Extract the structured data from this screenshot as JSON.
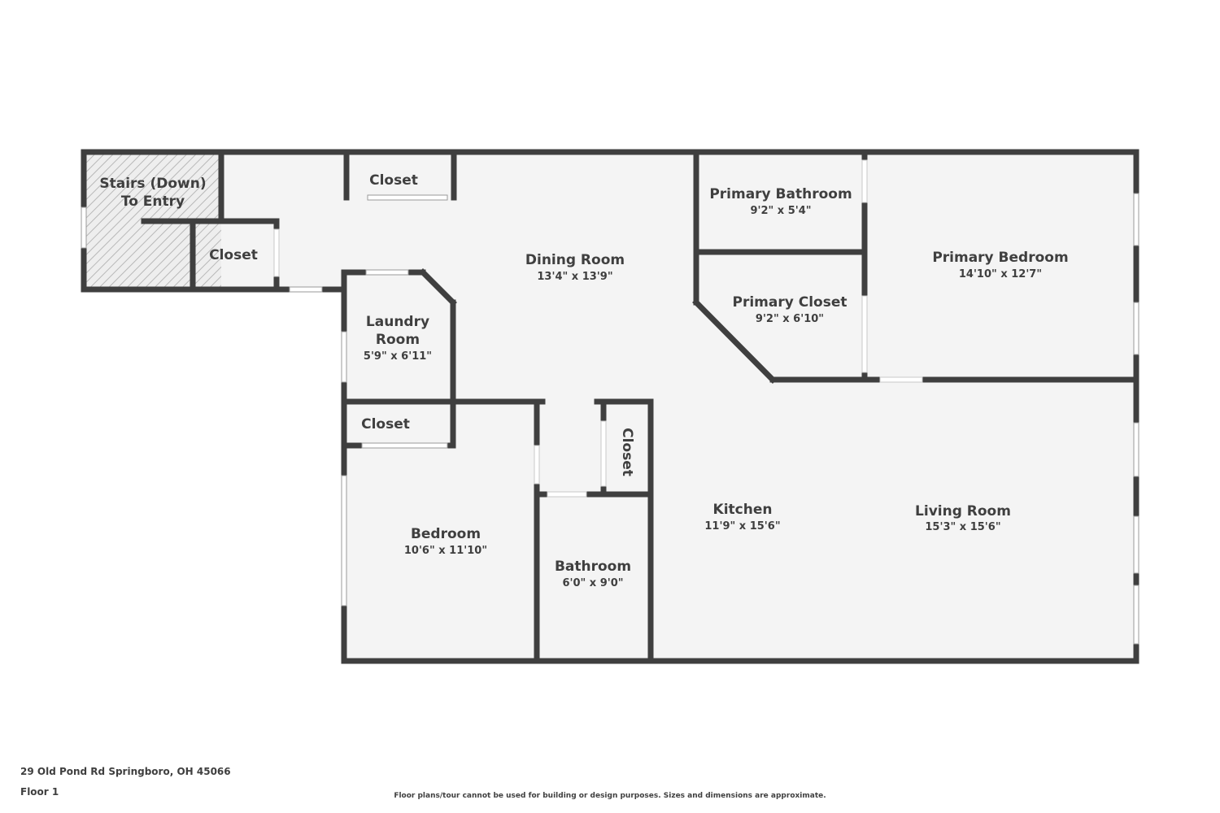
{
  "rooms": {
    "stairs": {
      "name_line1": "Stairs (Down)",
      "name_line2": "To Entry"
    },
    "closet_top": {
      "name": "Closet"
    },
    "closet_entry": {
      "name": "Closet"
    },
    "dining_room": {
      "name": "Dining Room",
      "dims": "13'4\" x 13'9\""
    },
    "laundry_room": {
      "name_line1": "Laundry",
      "name_line2": "Room",
      "dims": "5'9\" x 6'11\""
    },
    "primary_bathroom": {
      "name": "Primary Bathroom",
      "dims": "9'2\" x 5'4\""
    },
    "primary_closet": {
      "name": "Primary Closet",
      "dims": "9'2\" x 6'10\""
    },
    "primary_bedroom": {
      "name": "Primary Bedroom",
      "dims": "14'10\" x 12'7\""
    },
    "closet_bedroom": {
      "name": "Closet"
    },
    "closet_hall": {
      "name": "Closet"
    },
    "bedroom": {
      "name": "Bedroom",
      "dims": "10'6\" x 11'10\""
    },
    "bathroom": {
      "name": "Bathroom",
      "dims": "6'0\" x 9'0\""
    },
    "kitchen": {
      "name": "Kitchen",
      "dims": "11'9\" x 15'6\""
    },
    "living_room": {
      "name": "Living Room",
      "dims": "15'3\" x 15'6\""
    }
  },
  "footer": {
    "address": "29 Old Pond Rd Springboro, OH 45066",
    "floor": "Floor 1",
    "disclaimer": "Floor plans/tour cannot be used for building or design purposes. Sizes and dimensions are approximate."
  },
  "colors": {
    "wall": "#3f3f3f",
    "floor": "#f4f4f4",
    "text": "#3f3f3f",
    "stairs_hatch": "#b8b8b8"
  }
}
